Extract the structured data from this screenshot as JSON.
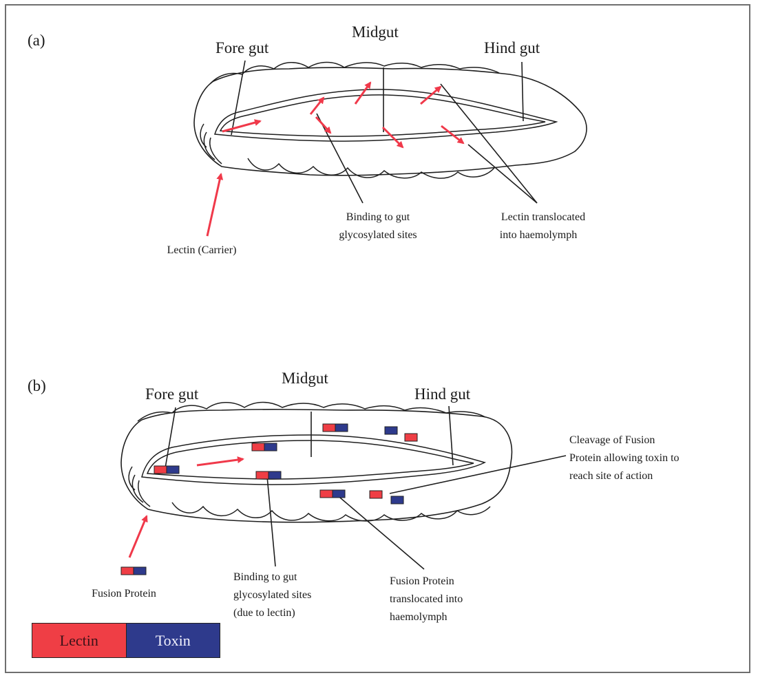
{
  "colors": {
    "lectin": "#ef3e45",
    "toxin": "#2e3a8c",
    "arrow": "#f0394a",
    "outline": "#1e1e1e"
  },
  "panel_a": {
    "tag": "(a)",
    "fore_gut": "Fore gut",
    "midgut": "Midgut",
    "hind_gut": "Hind gut",
    "binding_line1": "Binding to gut",
    "binding_line2": "glycosylated sites",
    "translocated_line1": "Lectin translocated",
    "translocated_line2": "into haemolymph",
    "carrier": "Lectin (Carrier)"
  },
  "panel_b": {
    "tag": "(b)",
    "fore_gut": "Fore gut",
    "midgut": "Midgut",
    "hind_gut": "Hind gut",
    "cleavage_line1": "Cleavage of Fusion",
    "cleavage_line2": "Protein allowing toxin to",
    "cleavage_line3": "reach site of action",
    "binding_line1": "Binding to gut",
    "binding_line2": "glycosylated sites",
    "binding_line3": "(due to lectin)",
    "fusion_line1": "Fusion Protein",
    "fusion_line2": "translocated into",
    "fusion_line3": "haemolymph",
    "fusion_protein": "Fusion Protein"
  },
  "legend": {
    "lectin": "Lectin",
    "toxin": "Toxin"
  }
}
